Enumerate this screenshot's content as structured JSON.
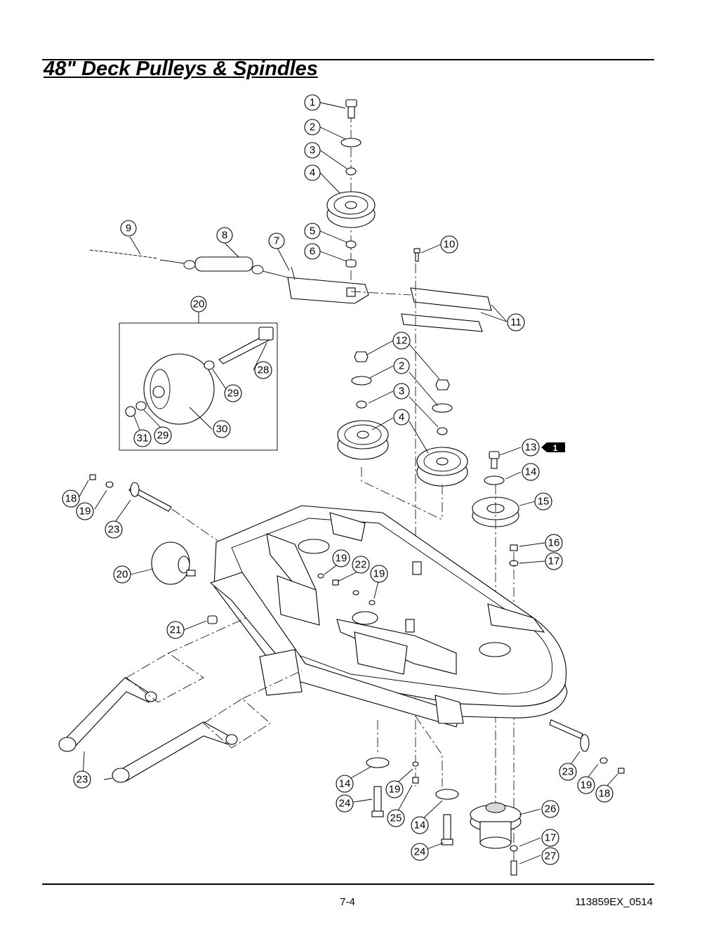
{
  "title": "48\" Deck Pulleys & Spindles",
  "footer": {
    "page": "7-4",
    "doc_number": "113859EX_0514"
  },
  "callout_labels": {
    "c1": "1",
    "c2": "2",
    "c3": "3",
    "c4": "4",
    "c5": "5",
    "c6": "6",
    "c7": "7",
    "c8": "8",
    "c9": "9",
    "c10": "10",
    "c11": "11",
    "c12": "12",
    "c2b": "2",
    "c3b": "3",
    "c4b": "4",
    "c13": "13",
    "c14": "14",
    "c15": "15",
    "c16": "16",
    "c17": "17",
    "c20": "20",
    "c28": "28",
    "c29": "29",
    "c30": "30",
    "c31": "31",
    "c29b": "29",
    "c18": "18",
    "c19": "19",
    "c23": "23",
    "c20b": "20",
    "c19b": "19",
    "c22": "22",
    "c19c": "19",
    "c21": "21",
    "c23b": "23",
    "c23c": "23",
    "c19d": "19",
    "c18b": "18",
    "c14b": "14",
    "c24": "24",
    "c19e": "19",
    "c25": "25",
    "c14c": "14",
    "c24b": "24",
    "c26": "26",
    "c17b": "17",
    "c27": "27"
  },
  "note_tag": "1",
  "icons": {
    "note-flag": "black-arrow-tag"
  }
}
